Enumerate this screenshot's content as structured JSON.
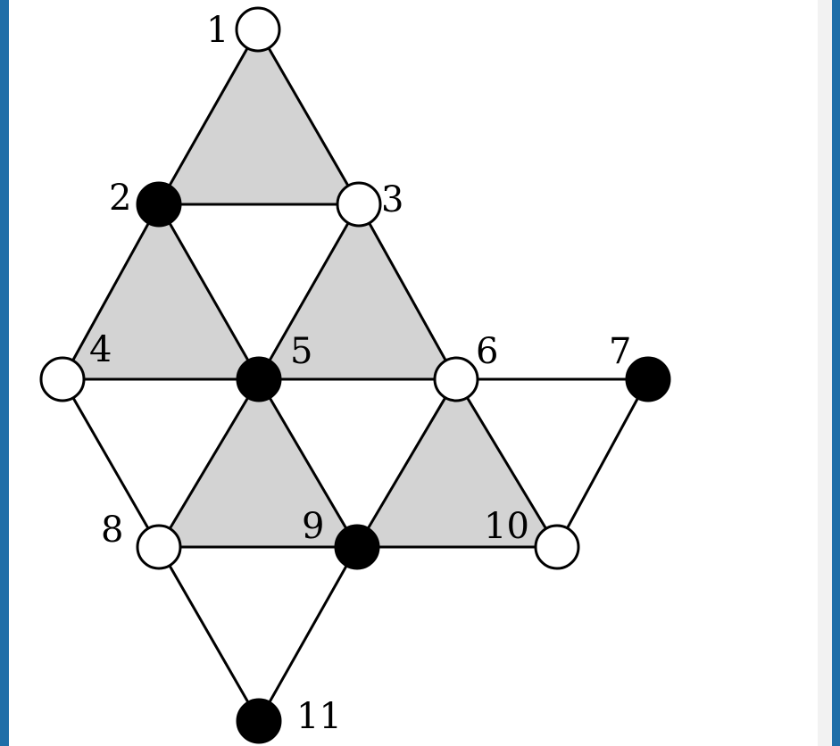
{
  "colors": {
    "frame": "#1f6ea8",
    "background": "#ffffff",
    "shaded_triangle": "#d3d3d3",
    "edge": "#000000",
    "filled_node": "#000000",
    "open_node": "#ffffff"
  },
  "graph": {
    "nodes": [
      {
        "id": "1",
        "label": "1",
        "filled": false
      },
      {
        "id": "2",
        "label": "2",
        "filled": true
      },
      {
        "id": "3",
        "label": "3",
        "filled": false
      },
      {
        "id": "4",
        "label": "4",
        "filled": false
      },
      {
        "id": "5",
        "label": "5",
        "filled": true
      },
      {
        "id": "6",
        "label": "6",
        "filled": false
      },
      {
        "id": "7",
        "label": "7",
        "filled": true
      },
      {
        "id": "8",
        "label": "8",
        "filled": false
      },
      {
        "id": "9",
        "label": "9",
        "filled": true
      },
      {
        "id": "10",
        "label": "10",
        "filled": false
      },
      {
        "id": "11",
        "label": "11",
        "filled": true
      }
    ],
    "edges": [
      [
        "1",
        "2"
      ],
      [
        "1",
        "3"
      ],
      [
        "2",
        "3"
      ],
      [
        "2",
        "4"
      ],
      [
        "2",
        "5"
      ],
      [
        "3",
        "5"
      ],
      [
        "3",
        "6"
      ],
      [
        "4",
        "5"
      ],
      [
        "5",
        "6"
      ],
      [
        "6",
        "7"
      ],
      [
        "4",
        "8"
      ],
      [
        "5",
        "8"
      ],
      [
        "5",
        "9"
      ],
      [
        "6",
        "9"
      ],
      [
        "6",
        "10"
      ],
      [
        "7",
        "10"
      ],
      [
        "8",
        "9"
      ],
      [
        "9",
        "10"
      ],
      [
        "8",
        "11"
      ],
      [
        "9",
        "11"
      ]
    ],
    "shaded_triangles": [
      [
        "1",
        "2",
        "3"
      ],
      [
        "2",
        "4",
        "5"
      ],
      [
        "3",
        "5",
        "6"
      ],
      [
        "5",
        "8",
        "9"
      ],
      [
        "6",
        "9",
        "10"
      ]
    ]
  }
}
